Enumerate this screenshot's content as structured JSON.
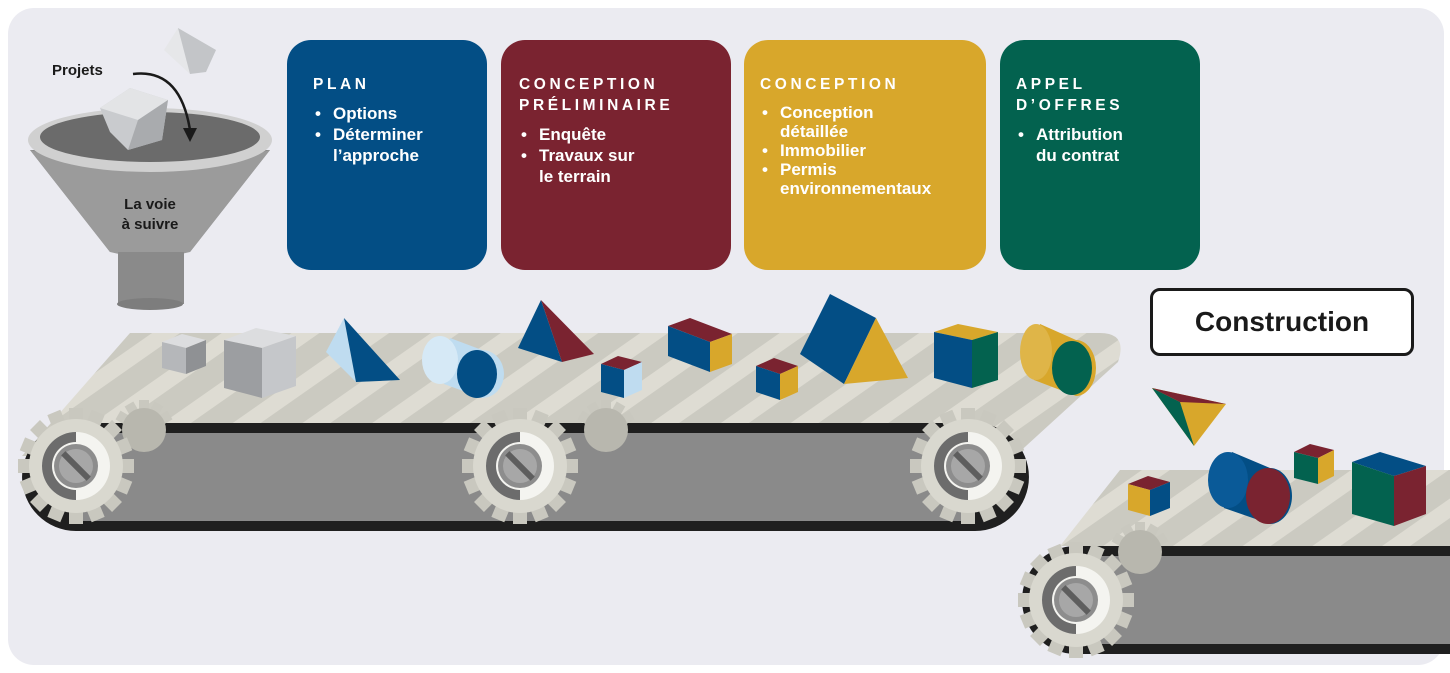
{
  "funnel": {
    "projects_label": "Projets",
    "path_label": "La voie\nà suivre"
  },
  "stages": [
    {
      "title": "PLAN",
      "color": "#034e85",
      "items": [
        "Options",
        "Déterminer\nl’approche"
      ]
    },
    {
      "title": "CONCEPTION\nPRÉLIMINAIRE",
      "color": "#7a2330",
      "items": [
        "Enquête",
        "Travaux sur\nle terrain"
      ]
    },
    {
      "title": "CONCEPTION",
      "color": "#d8a72b",
      "items": [
        "Conception\ndétaillée",
        "Immobilier",
        "Permis\nenvironnementaux"
      ]
    },
    {
      "title": "APPEL\nD’OFFRES",
      "color": "#03624f",
      "items": [
        "Attribution\ndu contrat"
      ]
    }
  ],
  "construction": {
    "label": "Construction"
  },
  "colors": {
    "background": "#ebebf1",
    "belt": "#c9c8bf",
    "belt_stripe": "#dcdbd2",
    "belt_body": "#8a8a8a",
    "blue": "#034e85",
    "maroon": "#7a2330",
    "gold": "#d8a72b",
    "green": "#03624f",
    "light_blue": "#bfdcf0",
    "grey_shape": "#b8babd"
  }
}
